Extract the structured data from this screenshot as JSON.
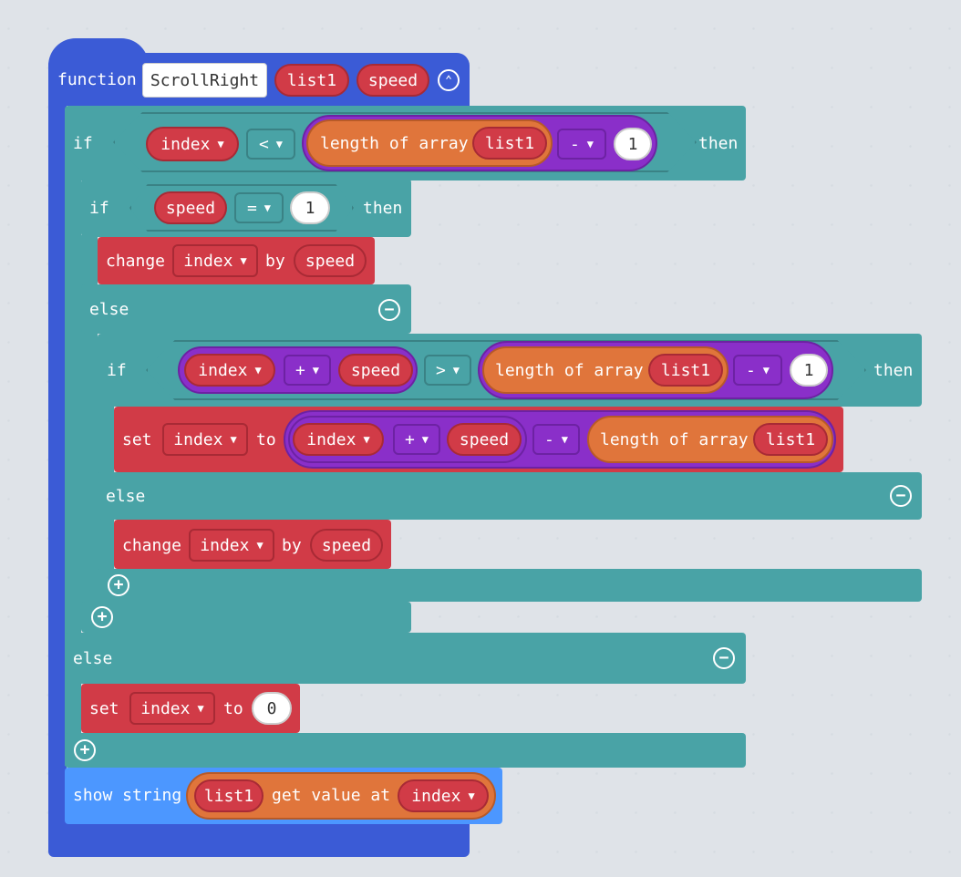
{
  "function_block": {
    "keyword": "function",
    "name": "ScrollRight",
    "params": [
      "list1",
      "speed"
    ],
    "collapse_icon": "chevron-up-circle-icon"
  },
  "outer_if": {
    "if_label": "if",
    "then_label": "then",
    "var": "index",
    "op": "<",
    "length_label": "length of array",
    "array": "list1",
    "minus": "-",
    "num": "1",
    "else_label": "else"
  },
  "inner_if1": {
    "if_label": "if",
    "var": "speed",
    "op": "=",
    "num": "1",
    "then_label": "then",
    "change_label": "change",
    "change_var": "index",
    "by_label": "by",
    "by_value": "speed",
    "else_label": "else"
  },
  "inner_if2": {
    "if_label": "if",
    "var": "index",
    "plus": "+",
    "speed": "speed",
    "op": ">",
    "length_label": "length of array",
    "array": "list1",
    "minus": "-",
    "num": "1",
    "then_label": "then",
    "set_label": "set",
    "set_var": "index",
    "to_label": "to",
    "expr_var": "index",
    "expr_plus": "+",
    "expr_speed": "speed",
    "expr_minus": "-",
    "expr_length": "length of array",
    "expr_array": "list1",
    "else_label": "else",
    "change_label": "change",
    "change_var": "index",
    "by_label": "by",
    "by_value": "speed"
  },
  "outer_else": {
    "set_label": "set",
    "set_var": "index",
    "to_label": "to",
    "value": "0"
  },
  "show_string": {
    "label": "show string",
    "array": "list1",
    "get_label": "get value at",
    "index_var": "index"
  },
  "icons": {
    "add": "plus-circle-icon",
    "remove": "minus-circle-icon",
    "dropdown": "caret-down-icon"
  },
  "colors": {
    "function": "#3b5bd6",
    "logic": "#49a3a6",
    "variables": "#d13b47",
    "arrays": "#e0753b",
    "math": "#8a2fc9",
    "basic": "#4c97ff",
    "background": "#eceff2"
  }
}
